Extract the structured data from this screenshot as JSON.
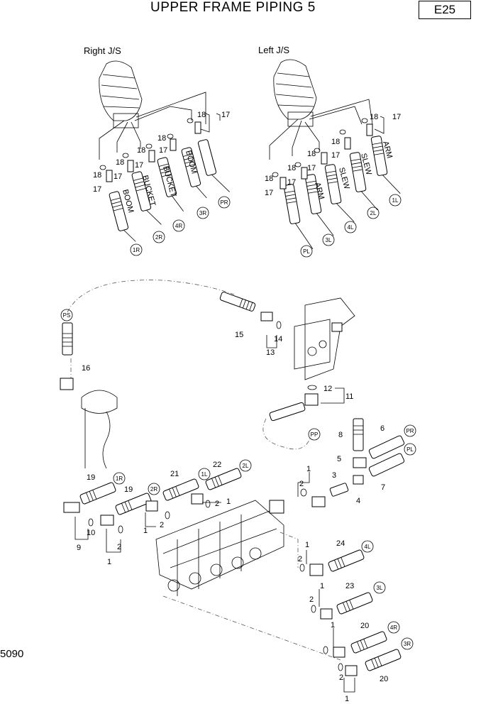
{
  "header": {
    "title": "UPPER FRAME PIPING 5",
    "code": "E25"
  },
  "figure_number": "5090",
  "joysticks": {
    "right": "Right J/S",
    "left": "Left J/S"
  },
  "hose_names": {
    "right": [
      "BOOM",
      "BUCKET",
      "BUCKET",
      "BOOM"
    ],
    "left": [
      "ARM",
      "SLEW",
      "SLEW",
      "ARM"
    ]
  },
  "circles": {
    "right": [
      "1R",
      "2R",
      "4R",
      "3R",
      "PR"
    ],
    "left": [
      "PL",
      "3L",
      "4L",
      "2L",
      "1L"
    ],
    "ps": "PS",
    "pp": "PP",
    "valve_right": [
      "PR",
      "PL"
    ],
    "bank": [
      "1R",
      "2R",
      "1L",
      "2L",
      "4L",
      "3L",
      "4R",
      "3R"
    ]
  },
  "part_numbers": {
    "top_right": [
      "18",
      "17",
      "18",
      "17",
      "18",
      "17",
      "18",
      "17",
      "18",
      "17"
    ],
    "top_left": [
      "18",
      "17",
      "18",
      "17",
      "18",
      "17",
      "18",
      "17",
      "18",
      "17"
    ],
    "mid": [
      "15",
      "14",
      "13",
      "16",
      "12",
      "11"
    ],
    "valve": [
      "8",
      "6",
      "5",
      "3",
      "4",
      "7",
      "1",
      "2"
    ],
    "bank": [
      "19",
      "19",
      "21",
      "22",
      "9",
      "10",
      "2",
      "1",
      "2",
      "1",
      "2",
      "1",
      "24",
      "1",
      "2",
      "23",
      "1",
      "2",
      "20",
      "20",
      "1",
      "2",
      "1"
    ]
  }
}
